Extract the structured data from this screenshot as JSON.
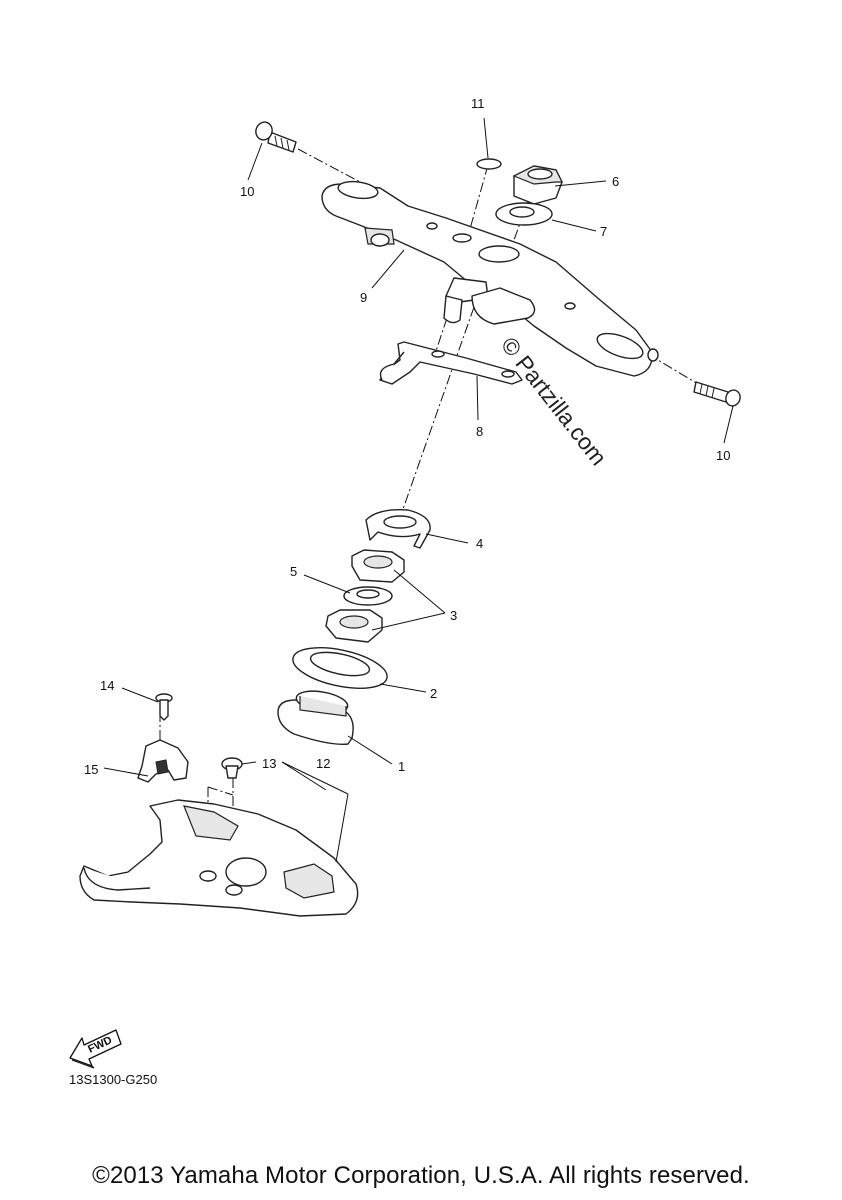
{
  "watermark": "© Partzilla.com",
  "callouts": {
    "c1": "1",
    "c2": "2",
    "c3": "3",
    "c4": "4",
    "c5": "5",
    "c6": "6",
    "c7": "7",
    "c8": "8",
    "c9": "9",
    "c10a": "10",
    "c10b": "10",
    "c11": "11",
    "c12": "12",
    "c13": "13",
    "c14": "14",
    "c15": "15"
  },
  "fwd_label": "FWD",
  "drawing_code": "13S1300-G250",
  "copyright": "©2013 Yamaha Motor Corporation, U.S.A. All rights reserved."
}
